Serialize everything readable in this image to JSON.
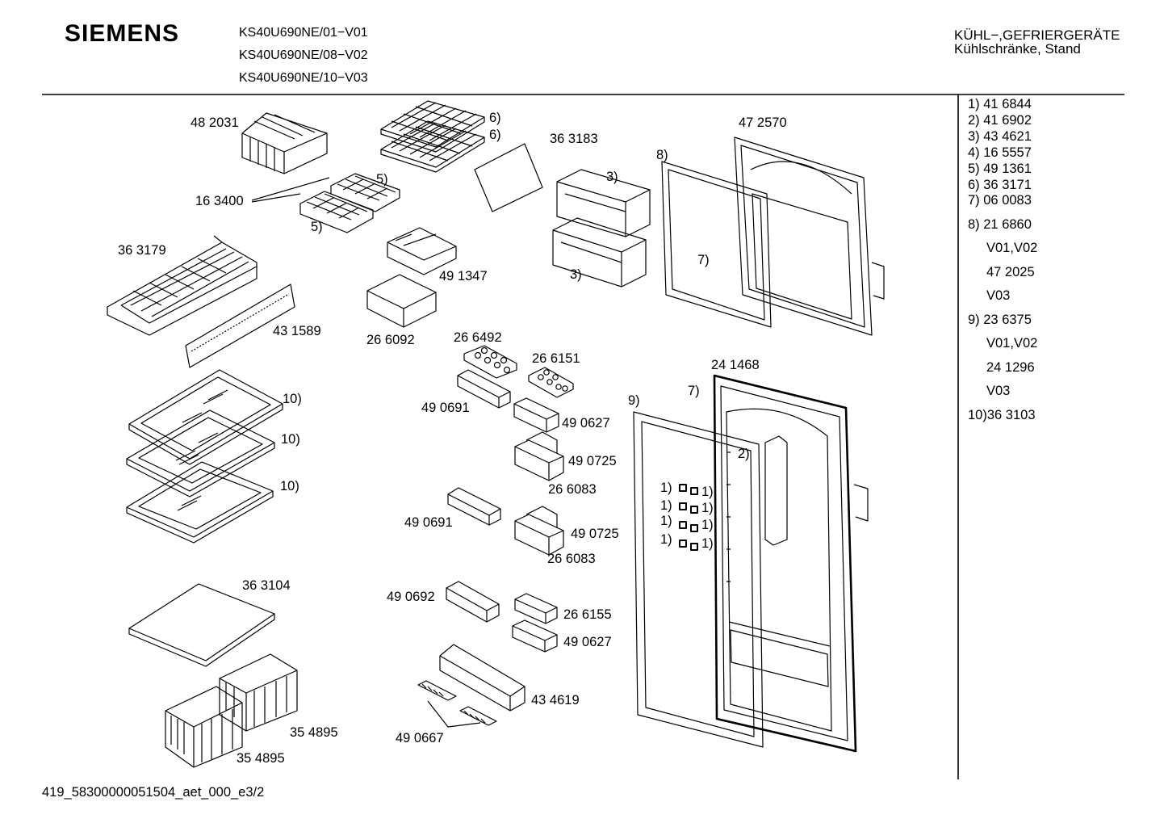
{
  "header": {
    "brand": "SIEMENS",
    "models": [
      "KS40U690NE/01−V01",
      "KS40U690NE/08−V02",
      "KS40U690NE/10−V03"
    ],
    "category_line1": "KÜHL−,GEFRIERGERÄTE",
    "category_line2": "Kühlschränke, Stand"
  },
  "legend": [
    "1)  41 6844",
    "2)  41 6902",
    "3)  43 4621",
    "4)  16 5557",
    "5)  49 1361",
    "6)  36 3171",
    "7)  06 0083",
    "8)  21 6860",
    "V01,V02",
    "47 2025",
    "V03",
    "9)  23 6375",
    "V01,V02",
    "24 1296",
    "V03",
    "10)36 3103"
  ],
  "labels": {
    "p482031": "48 2031",
    "p163400": "16 3400",
    "p363179": "36 3179",
    "p431589": "43 1589",
    "p6a": "6)",
    "p6b": "6)",
    "p5a": "5)",
    "p5b": "5)",
    "p363183": "36 3183",
    "p491347": "49 1347",
    "p266092": "26 6092",
    "p3a": "3)",
    "p3b": "3)",
    "p472570": "47 2570",
    "p8": "8)",
    "p7a": "7)",
    "p266492": "26 6492",
    "p266151": "26 6151",
    "p490691a": "49 0691",
    "p490627a": "49 0627",
    "p490725a": "49 0725",
    "p266083a": "26 6083",
    "p490691b": "49 0691",
    "p490725b": "49 0725",
    "p266083b": "26 6083",
    "p490692": "49 0692",
    "p266155": "26 6155",
    "p490627b": "49 0627",
    "p434619": "43 4619",
    "p490667": "49 0667",
    "p10a": "10)",
    "p10b": "10)",
    "p10c": "10)",
    "p363104": "36 3104",
    "p354895a": "35 4895",
    "p354895b": "35 4895",
    "p241468": "24 1468",
    "p7b": "7)",
    "p9": "9)",
    "p2": "2)",
    "p1a": "1)",
    "p1b": "1)",
    "p1c": "1)",
    "p1d": "1)",
    "p1e": "1)",
    "p1f": "1)",
    "p1g": "1)",
    "p1h": "1)"
  },
  "footer": {
    "code": "419_58300000051504_aet_000_e3/2"
  }
}
